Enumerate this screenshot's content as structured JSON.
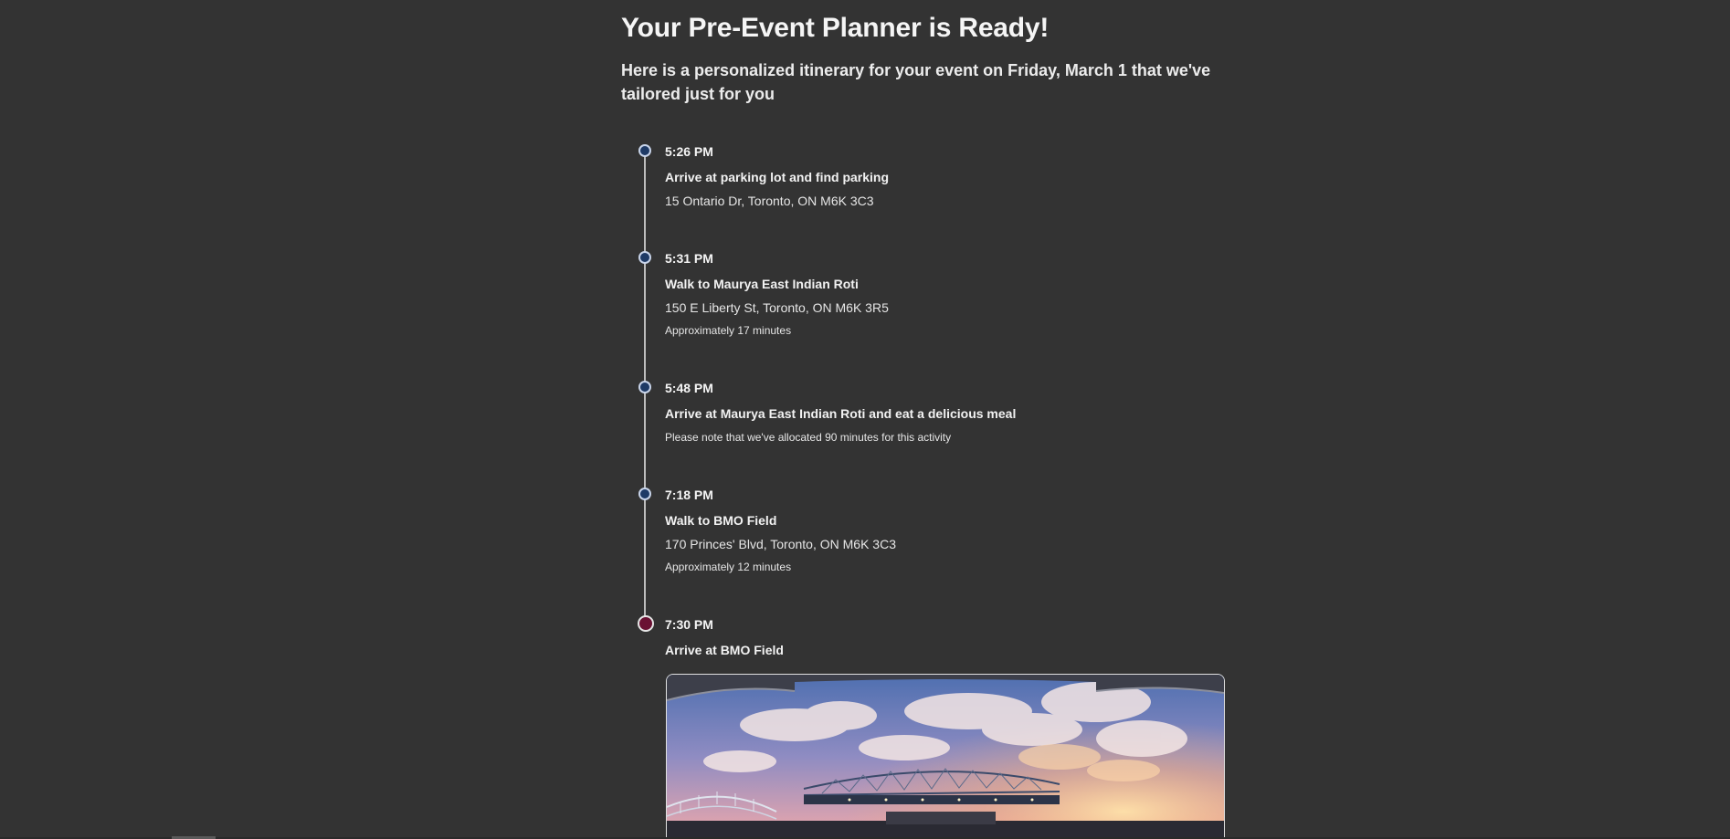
{
  "header": {
    "title": "Your Pre-Event Planner is Ready!",
    "subtitle": "Here is a personalized itinerary for your event on Friday, March 1 that we've tailored just for you"
  },
  "itinerary": [
    {
      "time": "5:26 PM",
      "action": "Arrive at parking lot and find parking",
      "address": "15 Ontario Dr, Toronto, ON M6K 3C3",
      "note": ""
    },
    {
      "time": "5:31 PM",
      "action": "Walk to Maurya East Indian Roti",
      "address": "150 E Liberty St, Toronto, ON M6K 3R5",
      "note": "Approximately 17 minutes"
    },
    {
      "time": "5:48 PM",
      "action": "Arrive at Maurya East Indian Roti and eat a delicious meal",
      "address": "",
      "note": "Please note that we've allocated 90 minutes for this activity"
    },
    {
      "time": "7:18 PM",
      "action": "Walk to BMO Field",
      "address": "170 Princes' Blvd, Toronto, ON M6K 3C3",
      "note": "Approximately 12 minutes"
    },
    {
      "time": "7:30 PM",
      "action": "Arrive at BMO Field",
      "address": "",
      "note": ""
    }
  ],
  "colors": {
    "background": "#333333",
    "timeline_dot": "#1e3a66",
    "final_dot": "#6a1133"
  },
  "icons": {
    "step_marker": "circle-dot-icon",
    "final_marker": "destination-dot-icon"
  }
}
